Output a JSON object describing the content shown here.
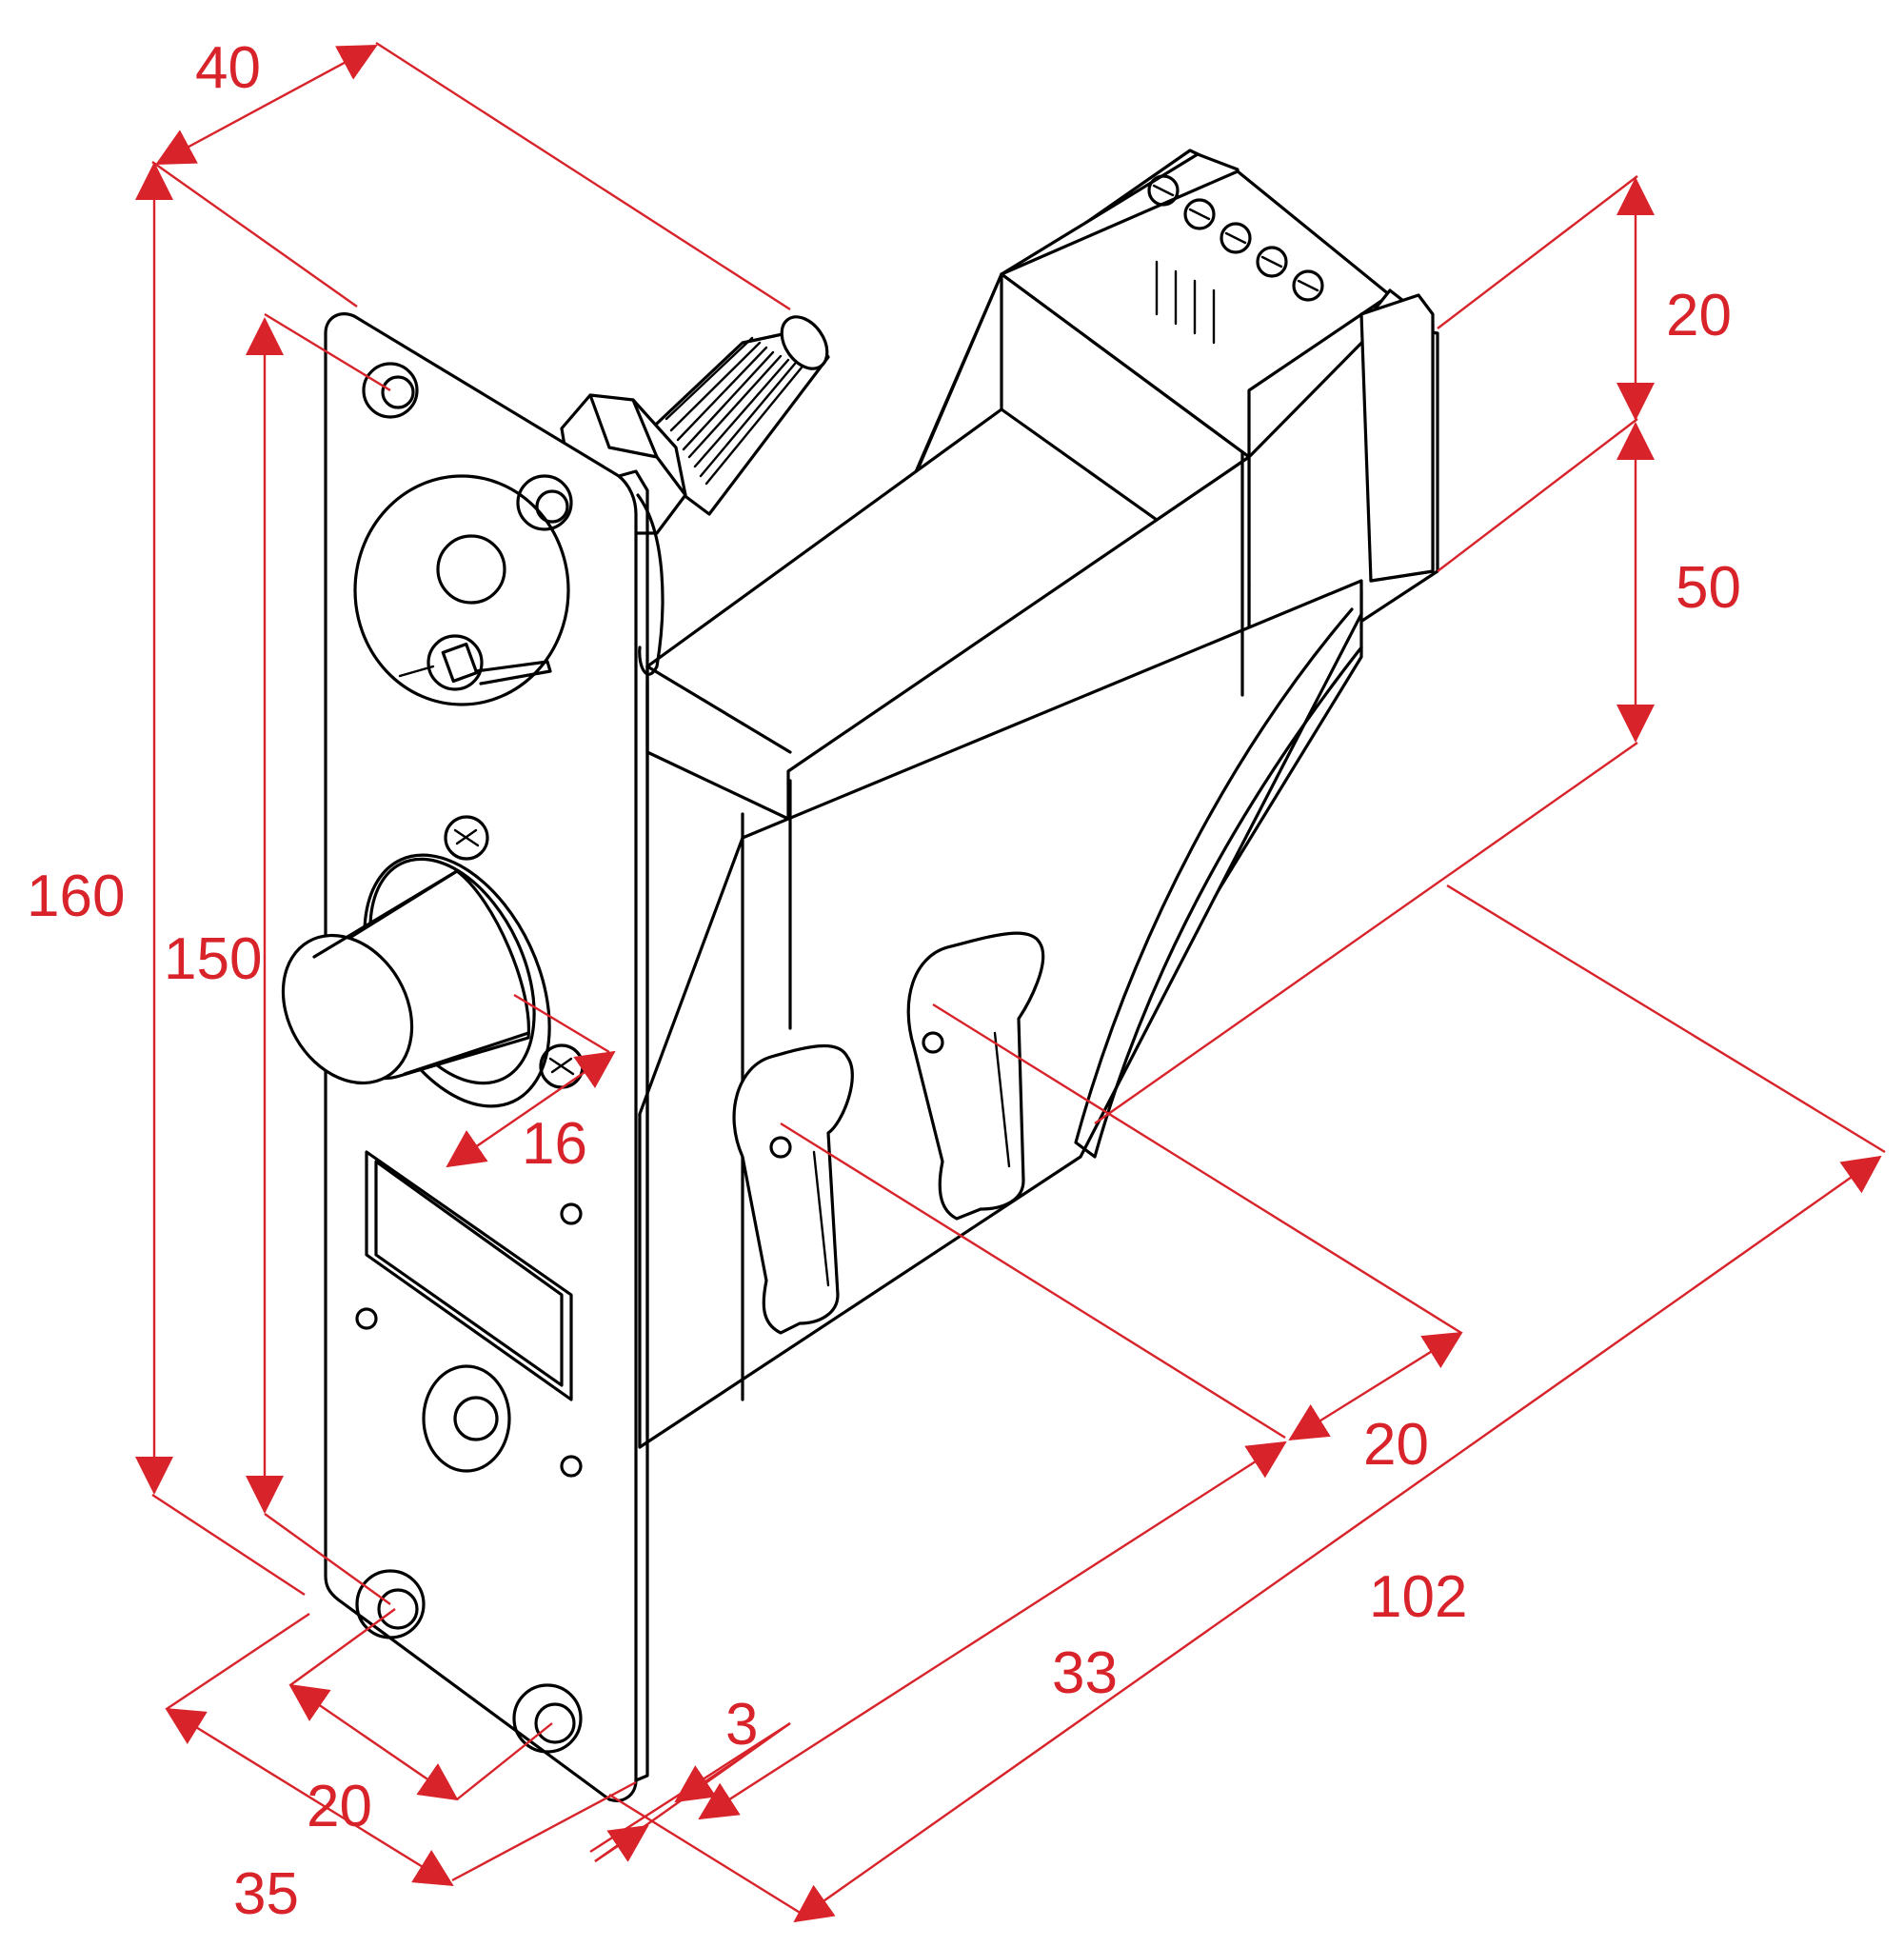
{
  "colors": {
    "dimension": "#d8232a",
    "outline": "#000000",
    "background": "#ffffff"
  },
  "dimensions": {
    "faceplate_depth": "40",
    "overall_height": "160",
    "screw_hole_spacing": "150",
    "bolt_diameter": "16",
    "top_section_height": "20",
    "body_height": "50",
    "faceplate_thickness": "3",
    "hole_spacing_bottom": "20",
    "faceplate_width": "35",
    "backset": "33",
    "cylinder_spacing": "20",
    "body_length": "102"
  }
}
